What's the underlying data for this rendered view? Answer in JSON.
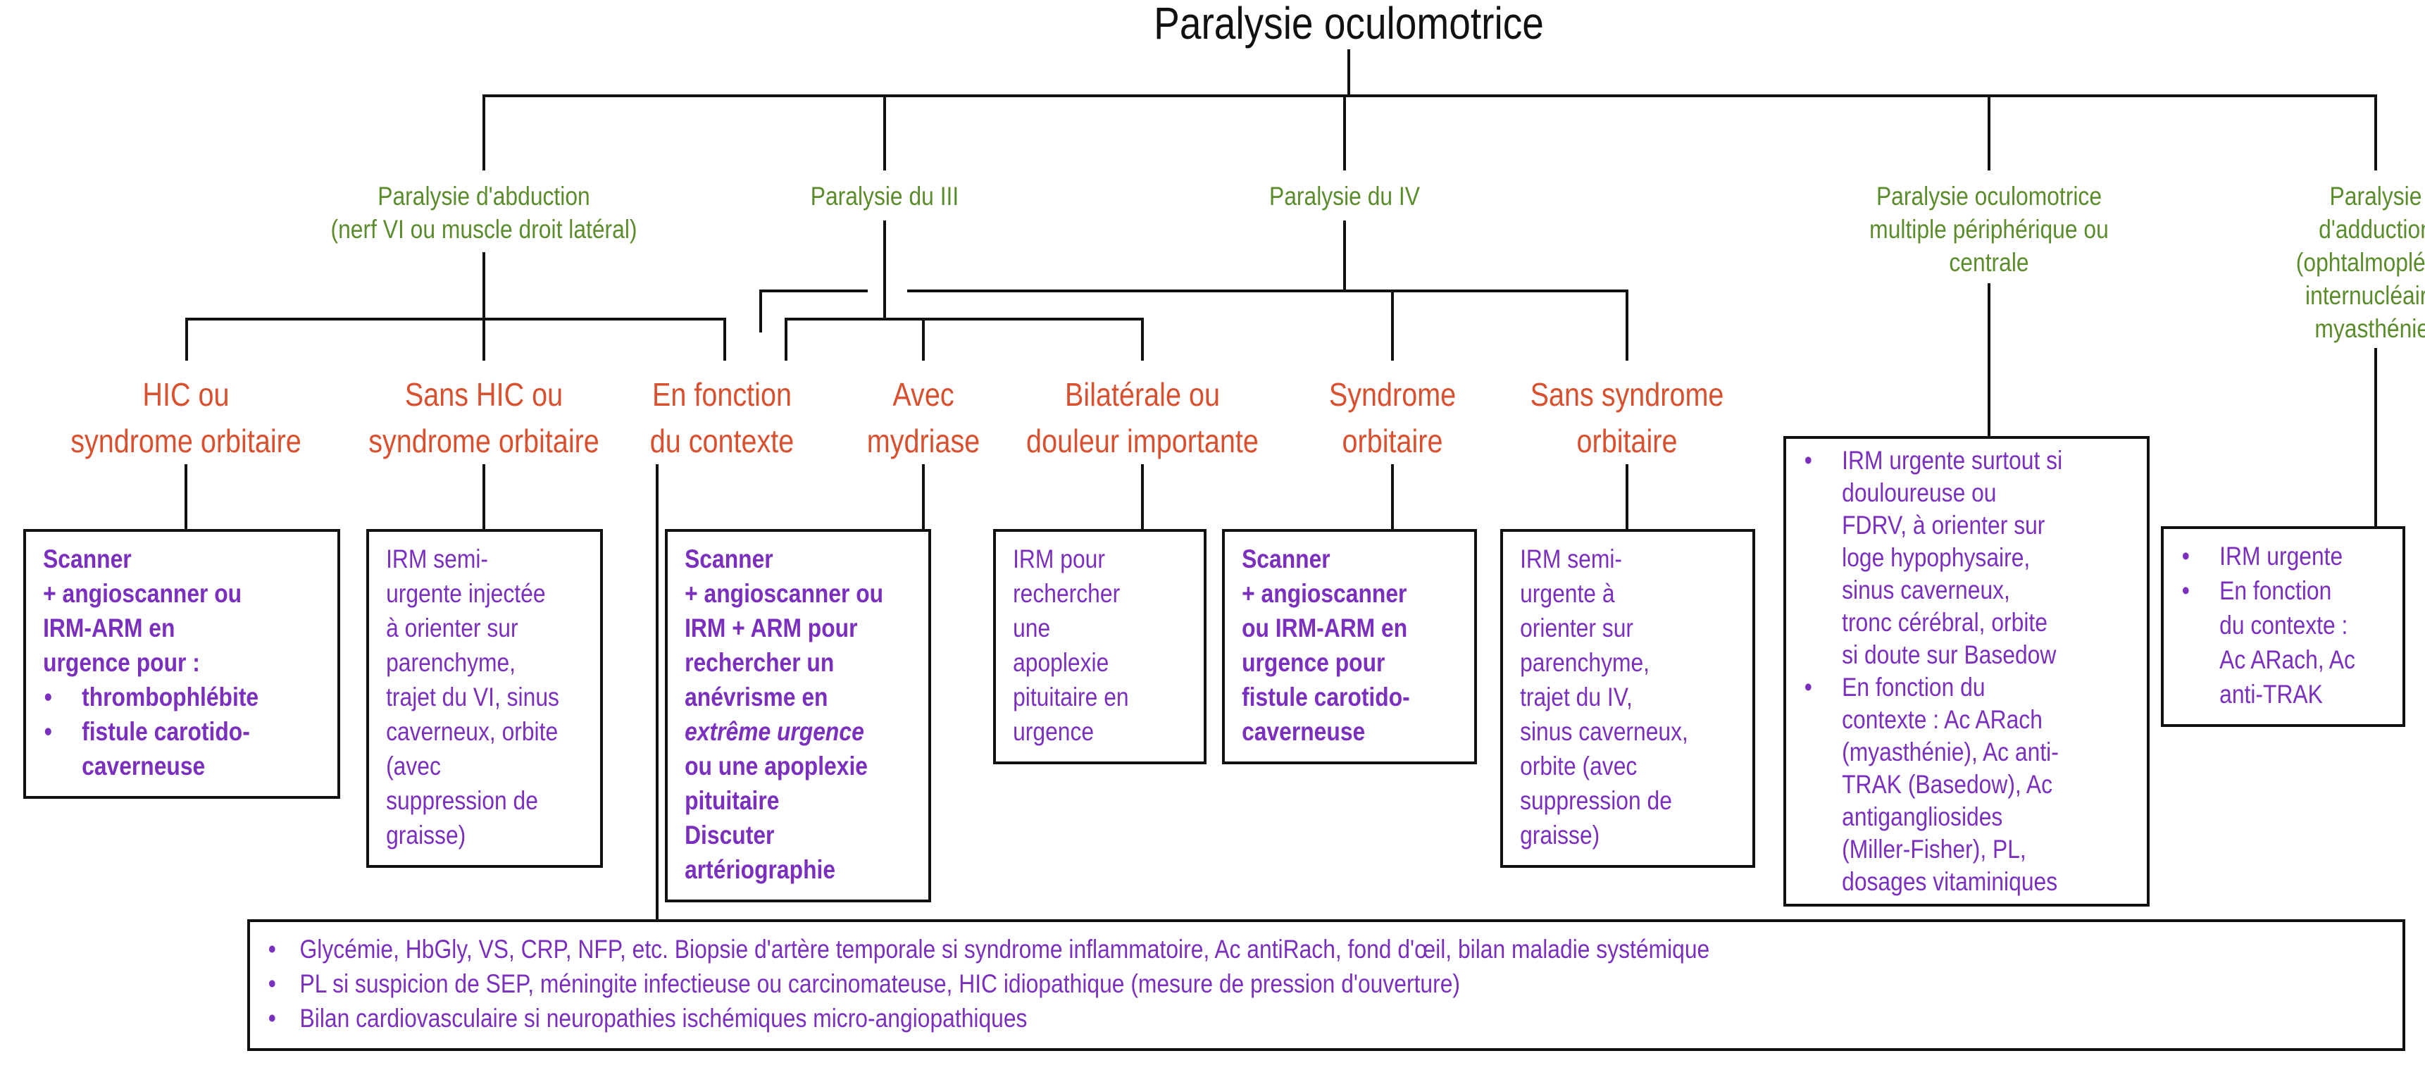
{
  "title": "Paralysie oculomotrice",
  "colors": {
    "level1": "#5b8c2c",
    "level2": "#d9502f",
    "box_text": "#7b2fbe",
    "lines": "#111111"
  },
  "level1": [
    {
      "id": "abduction",
      "lines": [
        "Paralysie d'abduction",
        "(nerf VI ou muscle droit latéral)"
      ]
    },
    {
      "id": "iii",
      "lines": [
        "Paralysie du III"
      ]
    },
    {
      "id": "iv",
      "lines": [
        "Paralysie du IV"
      ]
    },
    {
      "id": "multiple",
      "lines": [
        "Paralysie oculomotrice",
        "multiple périphérique ou",
        "centrale"
      ]
    },
    {
      "id": "adduction",
      "lines": [
        "Paralysie",
        "d'adduction",
        "(ophtalmoplégie",
        "internucléaire,",
        "myasthénie)"
      ]
    }
  ],
  "level2": [
    {
      "id": "hic",
      "lines": [
        "HIC ou",
        "syndrome orbitaire"
      ]
    },
    {
      "id": "sans-hic",
      "lines": [
        "Sans HIC ou",
        "syndrome orbitaire"
      ]
    },
    {
      "id": "contexte",
      "lines": [
        "En fonction",
        "du contexte"
      ]
    },
    {
      "id": "mydriase",
      "lines": [
        "Avec",
        "mydriase"
      ]
    },
    {
      "id": "bilaterale",
      "lines": [
        "Bilatérale ou",
        "douleur importante"
      ]
    },
    {
      "id": "syndrome-orbitaire",
      "lines": [
        "Syndrome",
        "orbitaire"
      ]
    },
    {
      "id": "sans-syndrome",
      "lines": [
        "Sans syndrome",
        "orbitaire"
      ]
    }
  ],
  "boxes": [
    {
      "id": "hic",
      "bold": true,
      "lines": [
        {
          "t": "Scanner"
        },
        {
          "t": "+ angioscanner ou"
        },
        {
          "t": "IRM-ARM en"
        },
        {
          "t": "urgence pour :"
        },
        {
          "t": "thrombophlébite",
          "bullet": true
        },
        {
          "t": "fistule carotido-",
          "bullet": true
        },
        {
          "t": "caverneuse",
          "indent": true
        }
      ]
    },
    {
      "id": "sans-hic",
      "bold": false,
      "lines": [
        {
          "t": "IRM semi-"
        },
        {
          "t": "urgente injectée"
        },
        {
          "t": "à orienter sur"
        },
        {
          "t": "parenchyme,"
        },
        {
          "t": "trajet du VI, sinus"
        },
        {
          "t": "caverneux, orbite"
        },
        {
          "t": "(avec"
        },
        {
          "t": "suppression de"
        },
        {
          "t": "graisse)"
        }
      ]
    },
    {
      "id": "mydriase",
      "bold": true,
      "lines": [
        {
          "t": "Scanner"
        },
        {
          "t": "+ angioscanner ou"
        },
        {
          "t": "IRM + ARM pour"
        },
        {
          "t": "rechercher un"
        },
        {
          "t": "anévrisme en"
        },
        {
          "t": "extrême urgence",
          "italic": true
        },
        {
          "t": "ou une apoplexie"
        },
        {
          "t": "pituitaire"
        },
        {
          "t": "Discuter"
        },
        {
          "t": "artériographie"
        }
      ]
    },
    {
      "id": "bilaterale",
      "bold": false,
      "lines": [
        {
          "t": "IRM pour"
        },
        {
          "t": "rechercher"
        },
        {
          "t": "une"
        },
        {
          "t": "apoplexie"
        },
        {
          "t": "pituitaire en"
        },
        {
          "t": "urgence"
        }
      ]
    },
    {
      "id": "syndrome-orbitaire",
      "bold": true,
      "lines": [
        {
          "t": "Scanner"
        },
        {
          "t": "+ angioscanner"
        },
        {
          "t": "ou IRM-ARM en"
        },
        {
          "t": "urgence pour"
        },
        {
          "t": "fistule carotido-"
        },
        {
          "t": "caverneuse"
        }
      ]
    },
    {
      "id": "sans-syndrome",
      "bold": false,
      "lines": [
        {
          "t": "IRM semi-"
        },
        {
          "t": "urgente à"
        },
        {
          "t": "orienter sur"
        },
        {
          "t": "parenchyme,"
        },
        {
          "t": "trajet du IV,"
        },
        {
          "t": "sinus caverneux,"
        },
        {
          "t": "orbite (avec"
        },
        {
          "t": "suppression de"
        },
        {
          "t": "graisse)"
        }
      ]
    },
    {
      "id": "multiple",
      "bold": false,
      "lines": [
        {
          "t": "IRM urgente surtout si",
          "bullet": true
        },
        {
          "t": "douloureuse ou",
          "indent": true
        },
        {
          "t": "FDRV, à orienter sur",
          "indent": true
        },
        {
          "t": "loge hypophysaire,",
          "indent": true
        },
        {
          "t": "sinus caverneux,",
          "indent": true
        },
        {
          "t": "tronc cérébral, orbite",
          "indent": true
        },
        {
          "t": "si doute sur Basedow",
          "indent": true
        },
        {
          "t": "En fonction du",
          "bullet": true
        },
        {
          "t": "contexte : Ac ARach",
          "indent": true
        },
        {
          "t": "(myasthénie), Ac anti-",
          "indent": true
        },
        {
          "t": "TRAK (Basedow), Ac",
          "indent": true
        },
        {
          "t": "antigangliosides",
          "indent": true
        },
        {
          "t": "(Miller-Fisher), PL,",
          "indent": true
        },
        {
          "t": "dosages vitaminiques",
          "indent": true
        }
      ]
    },
    {
      "id": "adduction",
      "bold": false,
      "lines": [
        {
          "t": "IRM urgente",
          "bullet": true
        },
        {
          "t": "En fonction",
          "bullet": true
        },
        {
          "t": "du contexte :",
          "indent": true
        },
        {
          "t": "Ac ARach, Ac",
          "indent": true
        },
        {
          "t": "anti-TRAK",
          "indent": true
        }
      ]
    },
    {
      "id": "bottom",
      "bold": false,
      "lines": [
        {
          "t": "Glycémie, HbGly, VS, CRP, NFP, etc. Biopsie d'artère temporale si syndrome inflammatoire, Ac antiRach, fond d'œil, bilan maladie systémique",
          "bullet": true
        },
        {
          "t": "PL si suspicion de SEP, méningite infectieuse ou carcinomateuse, HIC idiopathique (mesure de pression d'ouverture)",
          "bullet": true
        },
        {
          "t": "Bilan cardiovasculaire si neuropathies ischémiques micro-angiopathiques",
          "bullet": true
        }
      ]
    }
  ],
  "bullet_char": "•"
}
